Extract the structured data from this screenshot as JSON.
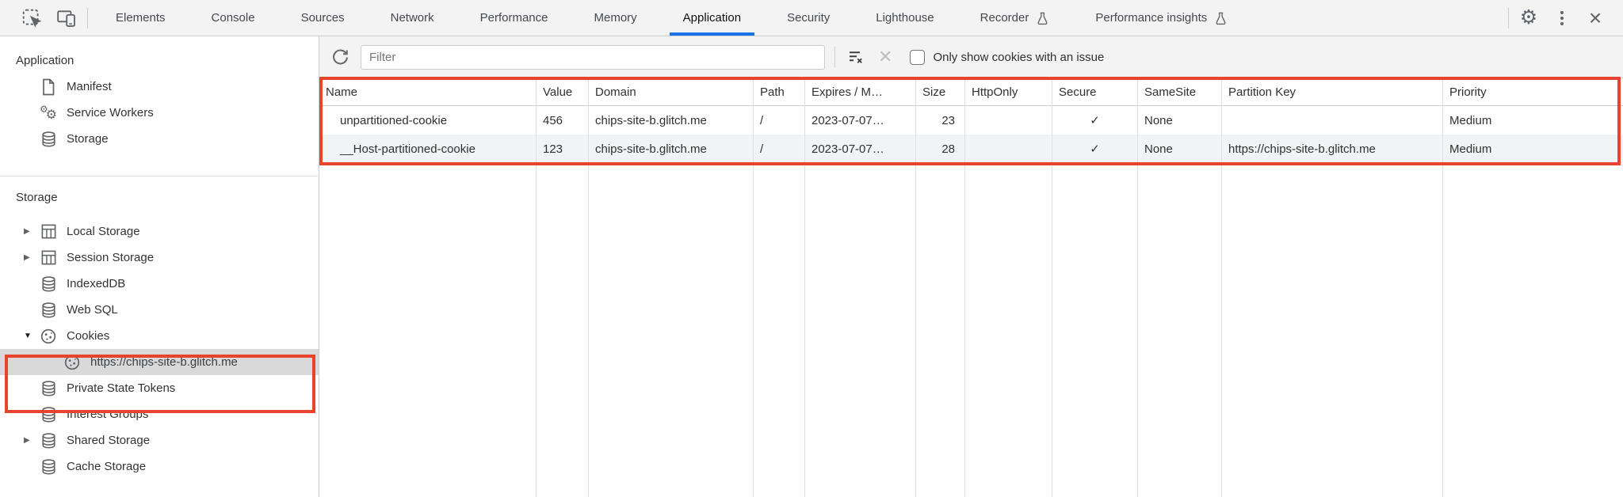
{
  "colors": {
    "accent_blue": "#1a73e8",
    "annotation_red": "#e8432d"
  },
  "tabbar": {
    "tool_icons": [
      {
        "name": "inspect-icon"
      },
      {
        "name": "device-toolbar-icon"
      }
    ],
    "tabs": [
      {
        "label": "Elements",
        "active": false,
        "flask": false
      },
      {
        "label": "Console",
        "active": false,
        "flask": false
      },
      {
        "label": "Sources",
        "active": false,
        "flask": false
      },
      {
        "label": "Network",
        "active": false,
        "flask": false
      },
      {
        "label": "Performance",
        "active": false,
        "flask": false
      },
      {
        "label": "Memory",
        "active": false,
        "flask": false
      },
      {
        "label": "Application",
        "active": true,
        "flask": false
      },
      {
        "label": "Security",
        "active": false,
        "flask": false
      },
      {
        "label": "Lighthouse",
        "active": false,
        "flask": false
      },
      {
        "label": "Recorder",
        "active": false,
        "flask": true
      },
      {
        "label": "Performance insights",
        "active": false,
        "flask": true
      }
    ],
    "right_icons": [
      {
        "name": "settings-gear-icon"
      },
      {
        "name": "kebab-menu-icon"
      },
      {
        "name": "close-icon"
      }
    ]
  },
  "sidebar": {
    "sections": [
      {
        "title": "Application",
        "items": [
          {
            "label": "Manifest",
            "icon": "document-icon",
            "arrow": "none"
          },
          {
            "label": "Service Workers",
            "icon": "service-workers-icon",
            "arrow": "none"
          },
          {
            "label": "Storage",
            "icon": "database-icon",
            "arrow": "none"
          }
        ]
      },
      {
        "title": "Storage",
        "items": [
          {
            "label": "Local Storage",
            "icon": "table-grid-icon",
            "arrow": "collapsed"
          },
          {
            "label": "Session Storage",
            "icon": "table-grid-icon",
            "arrow": "collapsed"
          },
          {
            "label": "IndexedDB",
            "icon": "database-icon",
            "arrow": "none"
          },
          {
            "label": "Web SQL",
            "icon": "database-icon",
            "arrow": "none"
          },
          {
            "label": "Cookies",
            "icon": "cookie-icon",
            "arrow": "expanded"
          },
          {
            "label": "https://chips-site-b.glitch.me",
            "icon": "cookie-icon",
            "arrow": "none",
            "child": true,
            "selected": true
          },
          {
            "label": "Private State Tokens",
            "icon": "database-icon",
            "arrow": "none"
          },
          {
            "label": "Interest Groups",
            "icon": "database-icon",
            "arrow": "none"
          },
          {
            "label": "Shared Storage",
            "icon": "database-icon",
            "arrow": "collapsed"
          },
          {
            "label": "Cache Storage",
            "icon": "database-icon",
            "arrow": "none"
          }
        ]
      }
    ]
  },
  "cookies_panel": {
    "filter_placeholder": "Filter",
    "checkbox_label": "Only show cookies with an issue",
    "checkbox_checked": false,
    "table": {
      "columns": [
        "Name",
        "Value",
        "Domain",
        "Path",
        "Expires / M…",
        "Size",
        "HttpOnly",
        "Secure",
        "SameSite",
        "Partition Key",
        "Priority"
      ],
      "rows": [
        [
          "unpartitioned-cookie",
          "456",
          "chips-site-b.glitch.me",
          "/",
          "2023-07-07…",
          "23",
          "",
          "✓",
          "None",
          "",
          "Medium"
        ],
        [
          "__Host-partitioned-cookie",
          "123",
          "chips-site-b.glitch.me",
          "/",
          "2023-07-07…",
          "28",
          "",
          "✓",
          "None",
          "https://chips-site-b.glitch.me",
          "Medium"
        ]
      ]
    }
  }
}
